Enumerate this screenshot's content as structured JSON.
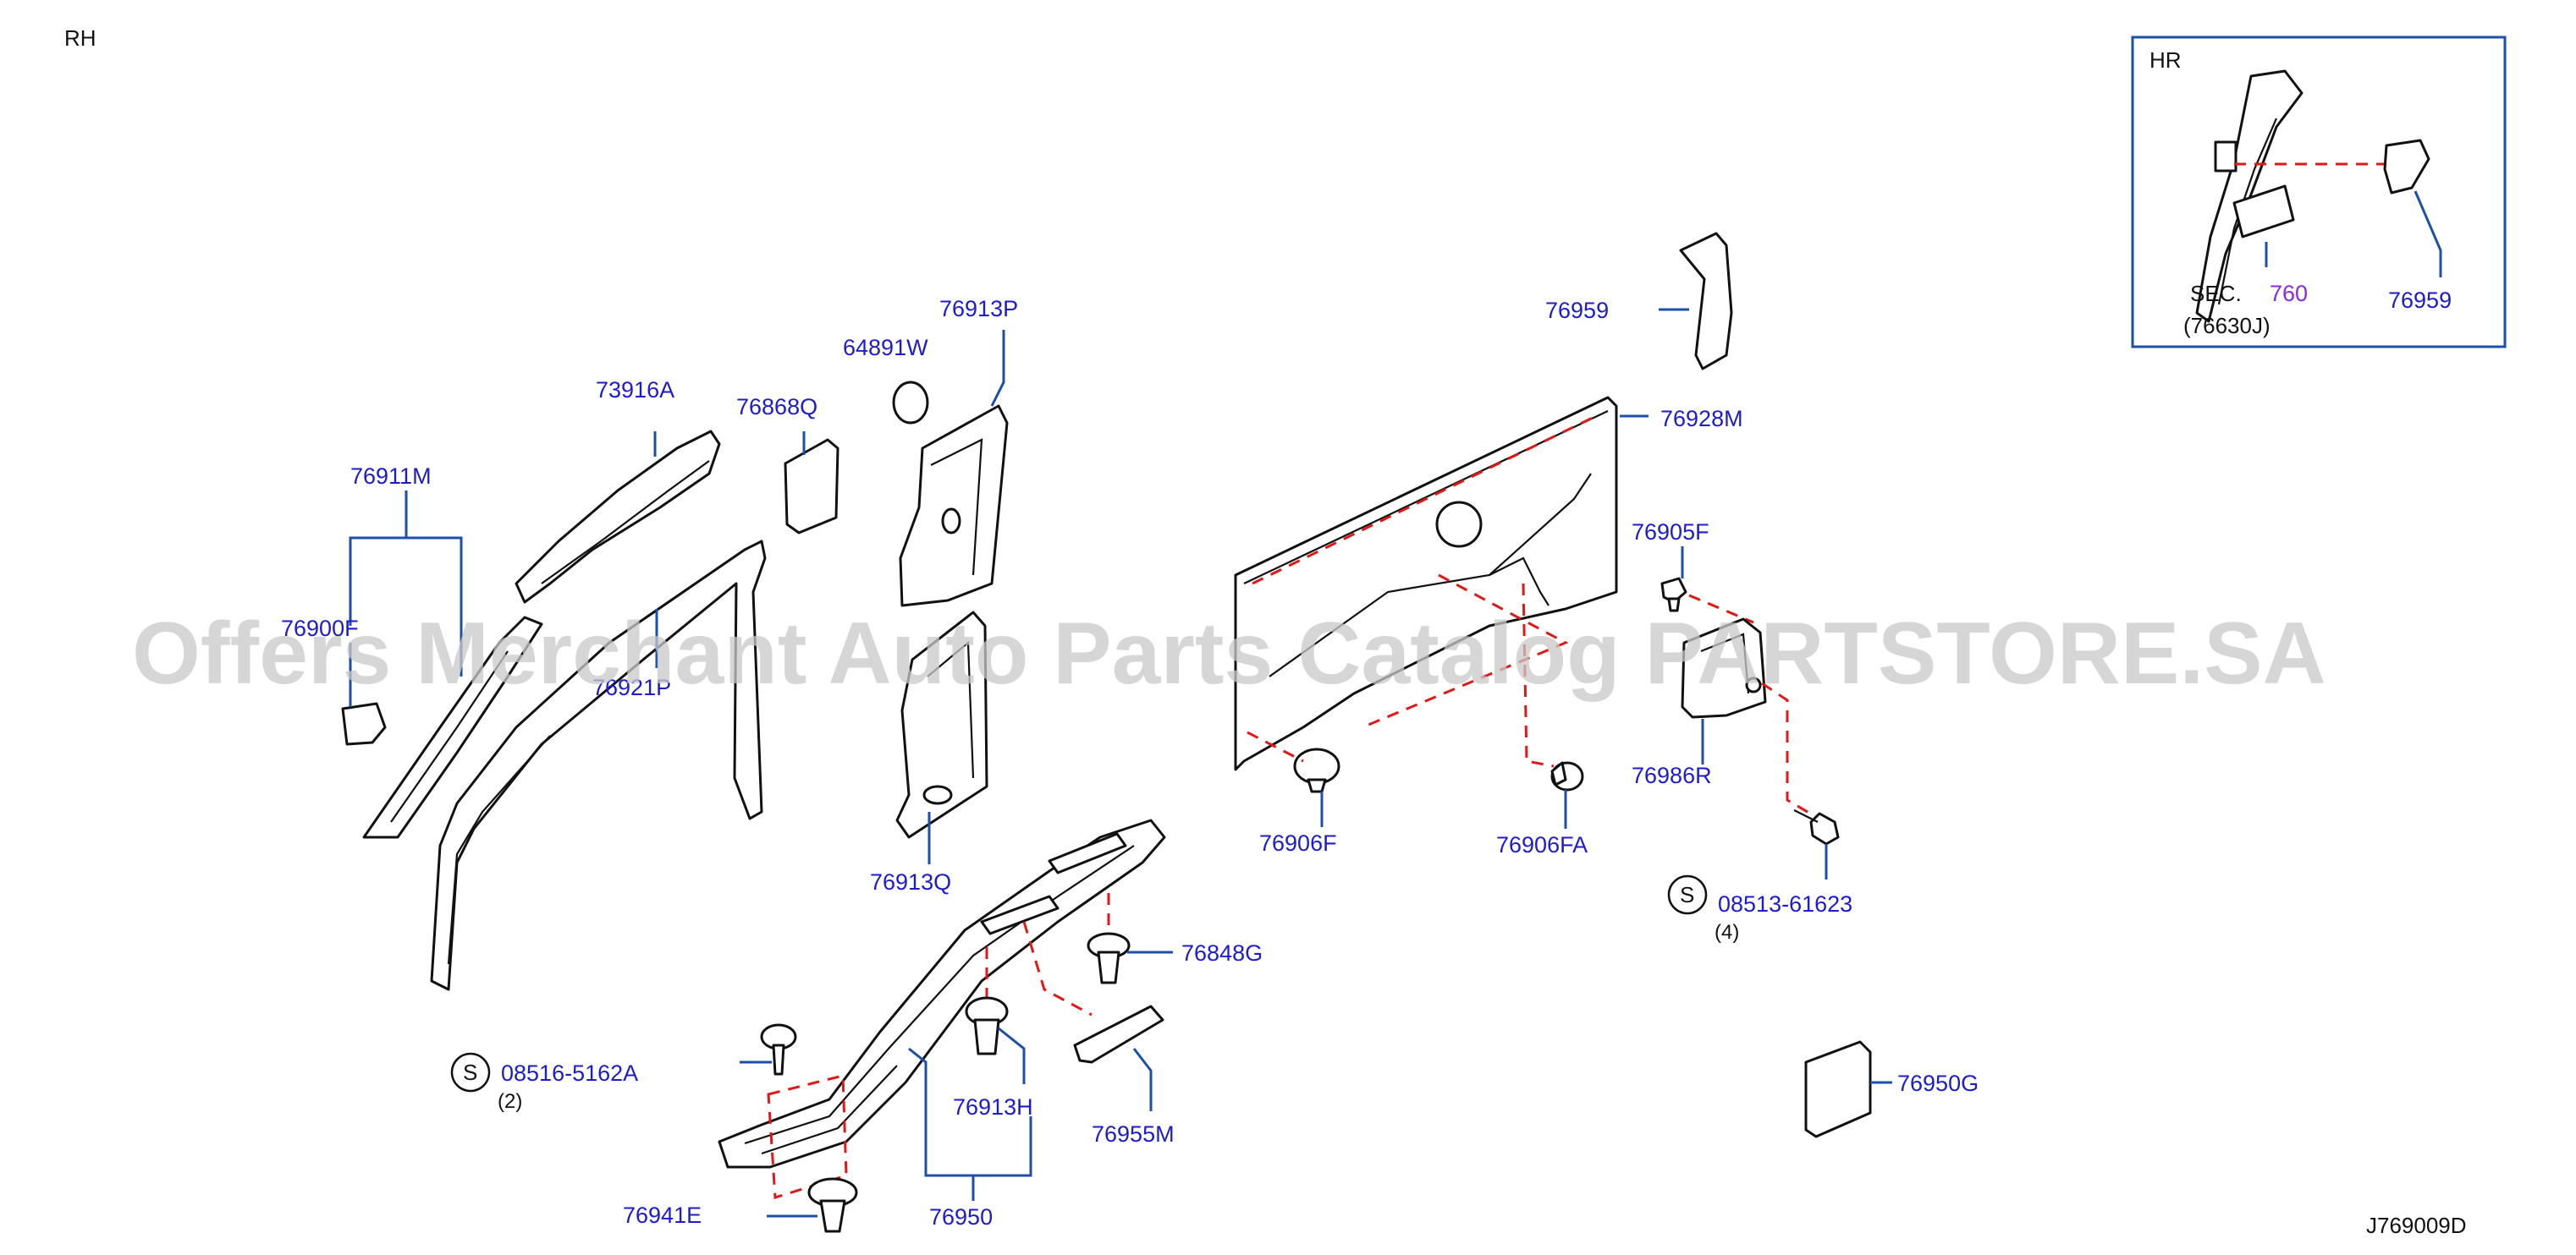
{
  "diagram": {
    "side_label": "RH",
    "diagram_code": "J769009D",
    "watermark": "Offers Merchant Auto Parts Catalog PARTSTORE.SA",
    "inset": {
      "title": "HR",
      "sec_label": "SEC.",
      "sec_number": "760",
      "sec_ref": "(76630J)",
      "part": "76959"
    },
    "parts": [
      {
        "id": "76911M"
      },
      {
        "id": "76900F"
      },
      {
        "id": "73916A"
      },
      {
        "id": "76921P"
      },
      {
        "id": "76868Q"
      },
      {
        "id": "64891W"
      },
      {
        "id": "76913P"
      },
      {
        "id": "76913Q"
      },
      {
        "id": "76959"
      },
      {
        "id": "76928M"
      },
      {
        "id": "76905F"
      },
      {
        "id": "76986R"
      },
      {
        "id": "76906F"
      },
      {
        "id": "76906FA"
      },
      {
        "id": "08513-61623",
        "qty": "(4)"
      },
      {
        "id": "76848G"
      },
      {
        "id": "08516-5162A",
        "qty": "(2)"
      },
      {
        "id": "76913H"
      },
      {
        "id": "76955M"
      },
      {
        "id": "76941E"
      },
      {
        "id": "76950"
      },
      {
        "id": "76950G"
      }
    ],
    "std_symbol": "S"
  }
}
